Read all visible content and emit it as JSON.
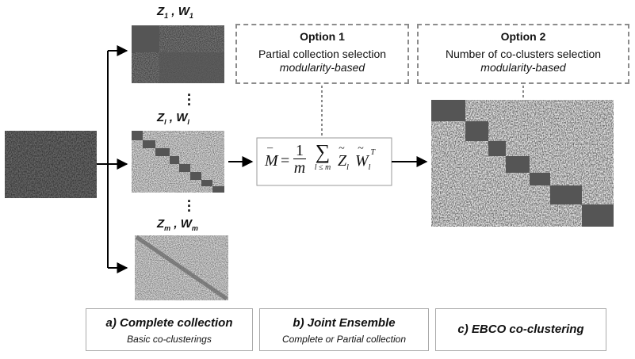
{
  "matrix_labels": {
    "first": {
      "z": "Z",
      "w": "W",
      "sub": "1"
    },
    "middle": {
      "z": "Z",
      "w": "W",
      "sub": "l"
    },
    "last": {
      "z": "Z",
      "w": "W",
      "sub": "m"
    },
    "sep": " , "
  },
  "option1": {
    "title": "Option 1",
    "line1": "Partial collection selection",
    "line2": "modularity-based"
  },
  "option2": {
    "title": "Option 2",
    "line1": "Number of co-clusters selection",
    "line2": "modularity-based"
  },
  "formula": {
    "lhs": "M",
    "eq": "=",
    "num": "1",
    "den": "m",
    "sum_sub": "l ≤ m",
    "z": "Z",
    "z_sub": "l",
    "w": "W",
    "w_sub": "l",
    "w_sup": "T"
  },
  "bottom_labels": [
    {
      "title": "a) Complete collection",
      "subtitle": "Basic co-clusterings"
    },
    {
      "title": "b) Joint Ensemble",
      "subtitle": "Complete or Partial collection"
    },
    {
      "title": "c) EBCO co-clustering",
      "subtitle": ""
    }
  ],
  "colors": {
    "line": "#000000",
    "block": "#555555",
    "dashed": "#8c8c8c",
    "matrix_bg": "#6a6a6a"
  }
}
